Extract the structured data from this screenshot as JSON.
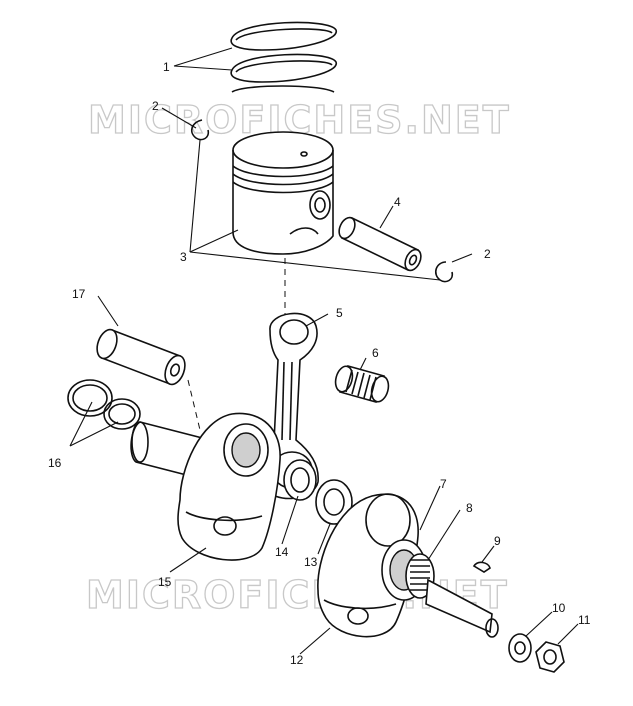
{
  "watermarks": [
    "MICROFICHES.NET",
    "MICROFICHES.NET"
  ],
  "callouts": {
    "c1": "1",
    "c2a": "2",
    "c2b": "2",
    "c3": "3",
    "c4": "4",
    "c5": "5",
    "c6": "6",
    "c7": "7",
    "c8": "8",
    "c9": "9",
    "c10": "10",
    "c11": "11",
    "c12": "12",
    "c13": "13",
    "c14": "14",
    "c15": "15",
    "c16": "16",
    "c17": "17"
  }
}
